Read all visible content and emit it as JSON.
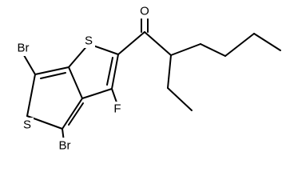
{
  "molecule": {
    "atoms": {
      "bromine_top": "Br",
      "bromine_bottom": "Br",
      "sulfur_ring_left": "S",
      "sulfur_ring_right": "S",
      "fluorine": "F",
      "oxygen": "O"
    }
  }
}
